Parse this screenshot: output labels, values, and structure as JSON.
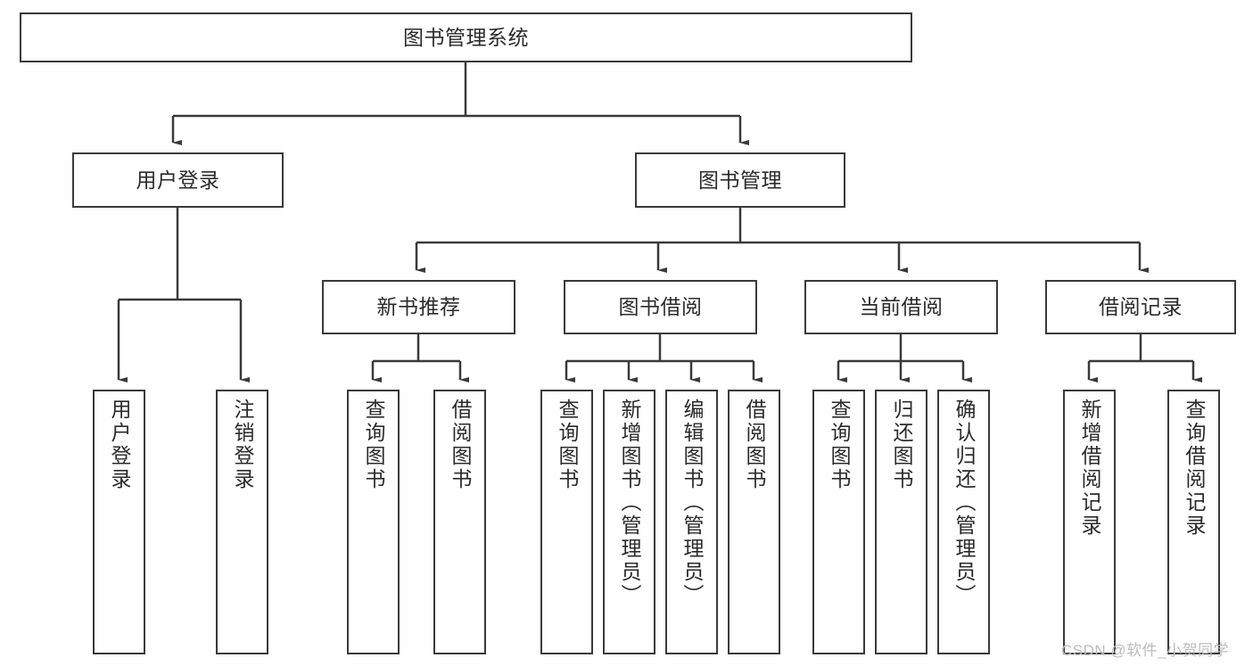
{
  "diagram": {
    "title": "图书管理系统",
    "type": "tree-hierarchy-chart",
    "watermark": "CSDN @软件_小贺同学",
    "colors": {
      "stroke": "#3a3a3a",
      "fill": "#ffffff",
      "text": "#2b2b2b",
      "watermark": "#bcbcbc"
    },
    "root": {
      "label": "图书管理系统"
    },
    "level2": [
      {
        "label": "用户登录"
      },
      {
        "label": "图书管理"
      }
    ],
    "level3": [
      {
        "label": "新书推荐"
      },
      {
        "label": "图书借阅"
      },
      {
        "label": "当前借阅"
      },
      {
        "label": "借阅记录"
      }
    ],
    "leaves": {
      "user_login": [
        {
          "label": "用户登录"
        },
        {
          "label": "注销登录"
        }
      ],
      "new_book_recommend": [
        {
          "label": "查询图书"
        },
        {
          "label": "借阅图书"
        }
      ],
      "book_borrow": [
        {
          "label": "查询图书"
        },
        {
          "label": "新增图书（管理员）"
        },
        {
          "label": "编辑图书（管理员）"
        },
        {
          "label": "借阅图书"
        }
      ],
      "current_borrow": [
        {
          "label": "查询图书"
        },
        {
          "label": "归还图书"
        },
        {
          "label": "确认归还（管理员）"
        }
      ],
      "borrow_record": [
        {
          "label": "新增借阅记录"
        },
        {
          "label": "查询借阅记录"
        }
      ]
    }
  }
}
